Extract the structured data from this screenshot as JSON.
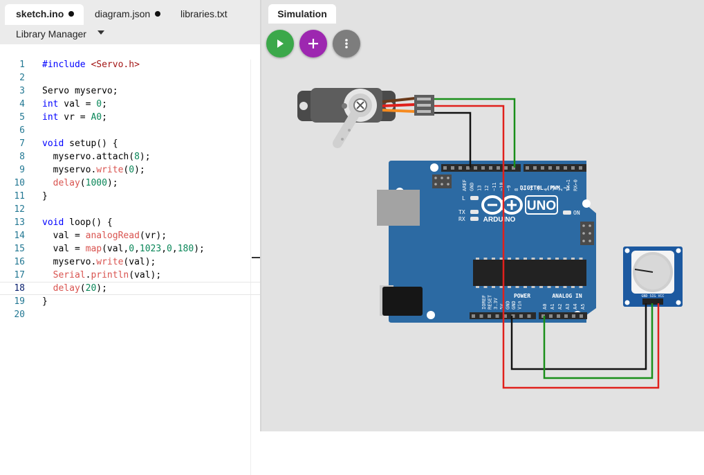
{
  "editor_tabs": [
    {
      "label": "sketch.ino",
      "modified": true
    },
    {
      "label": "diagram.json",
      "modified": true
    },
    {
      "label": "libraries.txt",
      "modified": false
    }
  ],
  "library_manager": {
    "label": "Library Manager"
  },
  "code_lines": [
    "#include <Servo.h>",
    "",
    "Servo myservo;",
    "int val = 0;",
    "int vr = A0;",
    "",
    "void setup() {",
    "  myservo.attach(8);",
    "  myservo.write(0);",
    "  delay(1000);",
    "}",
    "",
    "void loop() {",
    "  val = analogRead(vr);",
    "  val = map(val,0,1023,0,180);",
    "  myservo.write(val);",
    "  Serial.println(val);",
    "  delay(20);",
    "}",
    ""
  ],
  "current_line": 18,
  "simulation": {
    "tab_label": "Simulation",
    "play_icon": "play-icon",
    "add_icon": "plus-icon",
    "more_icon": "more-vertical-icon"
  },
  "board": {
    "digital_label": "DIGITAL (PWM ~)",
    "uno_label": "UNO",
    "brand_label": "ARDUINO",
    "on_label": "ON",
    "l_label": "L",
    "tx_label": "TX",
    "rx_label": "RX",
    "power_label": "POWER",
    "analog_label": "ANALOG IN",
    "digital_pins": [
      "AREF",
      "GND",
      "13",
      "12",
      "~11",
      "~10",
      "~9",
      "8",
      "7",
      "~6",
      "~5",
      "4",
      "~3",
      "2",
      "TX→1",
      "RX←0"
    ],
    "power_pins": [
      "IOREF",
      "RESET",
      "3.3V",
      "5V",
      "GND",
      "GND",
      "Vin"
    ],
    "analog_pins": [
      "A0",
      "A1",
      "A2",
      "A3",
      "A4",
      "A5"
    ]
  },
  "pot": {
    "pin_labels": "GND SIG VCC"
  },
  "colors": {
    "board": "#2c6aa3",
    "wire_green": "#1a8f1a",
    "wire_red": "#e0201c",
    "wire_black": "#111111"
  }
}
